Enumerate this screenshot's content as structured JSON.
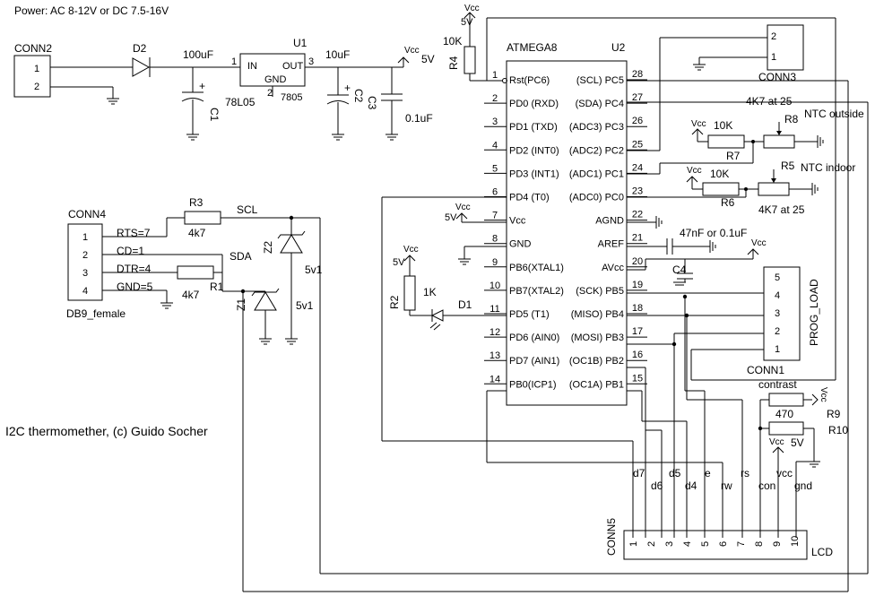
{
  "title": "I2C thermomether, (c) Guido Socher",
  "power": {
    "label": "Power: AC 8-12V or DC 7.5-16V",
    "conn_name": "CONN2",
    "pins": [
      "1",
      "2"
    ],
    "diode": "D2",
    "c1_value": "100uF",
    "c1_name": "C1",
    "reg_name": "U1",
    "reg_type1": "78L05",
    "reg_type2": "7805",
    "reg_in": "IN",
    "reg_out": "OUT",
    "reg_gnd": "GND",
    "reg_pin_in": "1",
    "reg_pin_gnd": "2",
    "reg_pin_out": "3",
    "c2_value": "10uF",
    "c2_name": "C2",
    "c3_name": "C3",
    "c3_value": "0.1uF",
    "vcc": "Vcc",
    "v5": "5V",
    "plus": "+"
  },
  "mcu": {
    "name": "ATMEGA8",
    "ref": "U2",
    "left_pins": [
      {
        "num": "1",
        "label": "Rst(PC6)"
      },
      {
        "num": "2",
        "label": "PD0 (RXD)"
      },
      {
        "num": "3",
        "label": "PD1 (TXD)"
      },
      {
        "num": "4",
        "label": "PD2 (INT0)"
      },
      {
        "num": "5",
        "label": "PD3 (INT1)"
      },
      {
        "num": "6",
        "label": "PD4 (T0)"
      },
      {
        "num": "7",
        "label": "Vcc"
      },
      {
        "num": "8",
        "label": "GND"
      },
      {
        "num": "9",
        "label": "PB6(XTAL1)"
      },
      {
        "num": "10",
        "label": "PB7(XTAL2)"
      },
      {
        "num": "11",
        "label": "PD5 (T1)"
      },
      {
        "num": "12",
        "label": "PD6 (AIN0)"
      },
      {
        "num": "13",
        "label": "PD7 (AIN1)"
      },
      {
        "num": "14",
        "label": "PB0(ICP1)"
      }
    ],
    "right_pins": [
      {
        "num": "28",
        "label": "(SCL) PC5"
      },
      {
        "num": "27",
        "label": "(SDA) PC4"
      },
      {
        "num": "26",
        "label": "(ADC3) PC3"
      },
      {
        "num": "25",
        "label": "(ADC2) PC2"
      },
      {
        "num": "24",
        "label": "(ADC1) PC1"
      },
      {
        "num": "23",
        "label": "(ADC0) PC0"
      },
      {
        "num": "22",
        "label": "AGND"
      },
      {
        "num": "21",
        "label": "AREF"
      },
      {
        "num": "20",
        "label": "AVcc"
      },
      {
        "num": "19",
        "label": "(SCK) PB5"
      },
      {
        "num": "18",
        "label": "(MISO) PB4"
      },
      {
        "num": "17",
        "label": "(MOSI) PB3"
      },
      {
        "num": "16",
        "label": "(OC1B) PB2"
      },
      {
        "num": "15",
        "label": "(OC1A) PB1"
      }
    ]
  },
  "reset": {
    "r_name": "R4",
    "r_value": "10K",
    "vcc": "Vcc",
    "v5": "5V"
  },
  "conn3": {
    "name": "CONN3",
    "pins": [
      "2",
      "1"
    ]
  },
  "ntc": {
    "r8_name": "R8",
    "r8_value": "4K7 at 25",
    "r8_label": "NTC outside",
    "r7_name": "R7",
    "r7_value": "10K",
    "r5_name": "R5",
    "r5_value": "4K7 at 25",
    "r5_label": "NTC indoor",
    "r6_name": "R6",
    "r6_value": "10K",
    "vcc": "Vcc"
  },
  "aref": {
    "c4_name": "C4",
    "c4_value": "47nF or 0.1uF",
    "vcc": "Vcc"
  },
  "prog": {
    "name": "CONN1",
    "label": "PROG_LOAD",
    "pins": [
      "5",
      "4",
      "3",
      "2",
      "1"
    ]
  },
  "led": {
    "r_name": "R2",
    "r_value": "1K",
    "d_name": "D1",
    "vcc": "Vcc",
    "v5": "5V",
    "mcu_vcc": "Vcc",
    "mcu_v5": "5V"
  },
  "serial": {
    "conn_name": "CONN4",
    "conn_sub": "DB9_female",
    "pins": [
      "1",
      "2",
      "3",
      "4"
    ],
    "signals": [
      "RTS=7",
      "CD=1",
      "DTR=4",
      "GND=5"
    ],
    "r3_name": "R3",
    "r3_value": "4k7",
    "r1_name": "R1",
    "r1_value": "4k7",
    "scl": "SCL",
    "sda": "SDA",
    "z2_name": "Z2",
    "z2_value": "5v1",
    "z1_name": "Z1",
    "z1_value": "5v1"
  },
  "lcd": {
    "conn_name": "CONN5",
    "label": "LCD",
    "pins": [
      "1",
      "2",
      "3",
      "4",
      "5",
      "6",
      "7",
      "8",
      "9",
      "10"
    ],
    "signals": [
      "d7",
      "d6",
      "d5",
      "d4",
      "e",
      "rw",
      "rs",
      "con",
      "vcc",
      "gnd"
    ],
    "contrast": "contrast",
    "r9_name": "R9",
    "r9_value": "470",
    "r10_name": "R10",
    "r10_value": "5V",
    "vcc": "Vcc"
  }
}
